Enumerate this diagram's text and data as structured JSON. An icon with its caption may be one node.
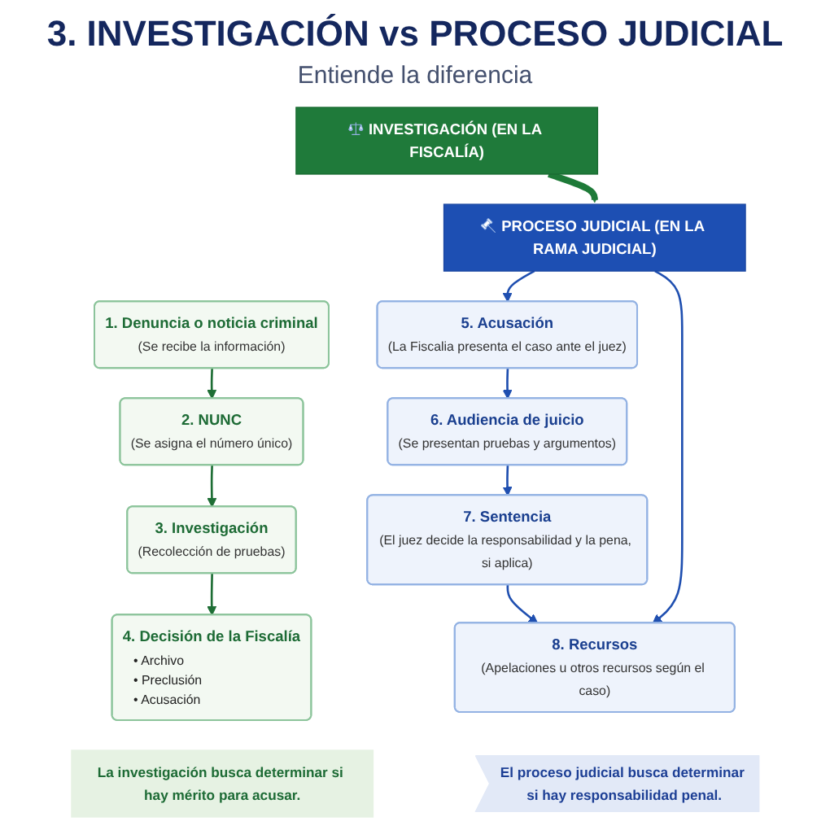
{
  "diagram": {
    "title": "3. INVESTIGACIÓN vs PROCESO JUDICIAL",
    "nodes": [
      {
        "text": [
          "INVESTIGACIÓN (EN LA FISCALÍA)"
        ]
      },
      {
        "text": [
          "1. Denuncia o noticia criminal",
          "(Se recibe la información)"
        ]
      },
      {
        "text": [
          "2. NUNC",
          "(Se asigna el número único)"
        ]
      },
      {
        "text": [
          "3. Investigación",
          "(Recolección de pruebas)"
        ]
      },
      {
        "text": [
          "4. Decisión de la Fiscalía",
          "• Archivo",
          "• Preclusión",
          "• Acusación"
        ]
      },
      {
        "text": [
          "PROCESO JUDICIAL (EN LA RAMA JUDICIAL)"
        ]
      },
      {
        "text": [
          "5. Acusación",
          "(La Fiscalia presenta el caso ante el juez)"
        ]
      },
      {
        "text": [
          "6. Audiencia de juicio",
          "(Se presentan pruebas y argumentos)"
        ]
      },
      {
        "text": [
          "7. Sentencia",
          "(El juez decide la responsabilidad y la pena, si aplica)"
        ]
      },
      {
        "text": [
          "8. Recursos",
          "(Apelaciones u otros recursos según el caso)"
        ]
      },
      {
        "text": [
          "La investigación busca determinar si hay mérito para acusar."
        ]
      },
      {
        "text": [
          "El proceso judicial busca determinar si hay responsabilidad penal."
        ]
      }
    ],
    "edges": [
      {
        "from": 1,
        "to": 2,
        "arrow": "to",
        "color": "#1e6e35"
      },
      {
        "from": 2,
        "to": 3,
        "arrow": "to",
        "color": "#1e6e35"
      },
      {
        "from": 3,
        "to": 4,
        "arrow": "to",
        "color": "#1e6e35"
      },
      {
        "from": 0,
        "to": 5,
        "arrow": "to",
        "style": "thick",
        "color": "#1e7a38"
      },
      {
        "from": 5,
        "to": 6,
        "arrow": "to"
      },
      {
        "from": 6,
        "to": 7,
        "arrow": "to"
      },
      {
        "from": 7,
        "to": 8,
        "arrow": "to"
      },
      {
        "from": 8,
        "to": 9,
        "arrow": "to"
      },
      {
        "from": 5,
        "to": 9,
        "arrow": "to"
      }
    ],
    "labels": [
      "Entiende la diferencia"
    ]
  }
}
